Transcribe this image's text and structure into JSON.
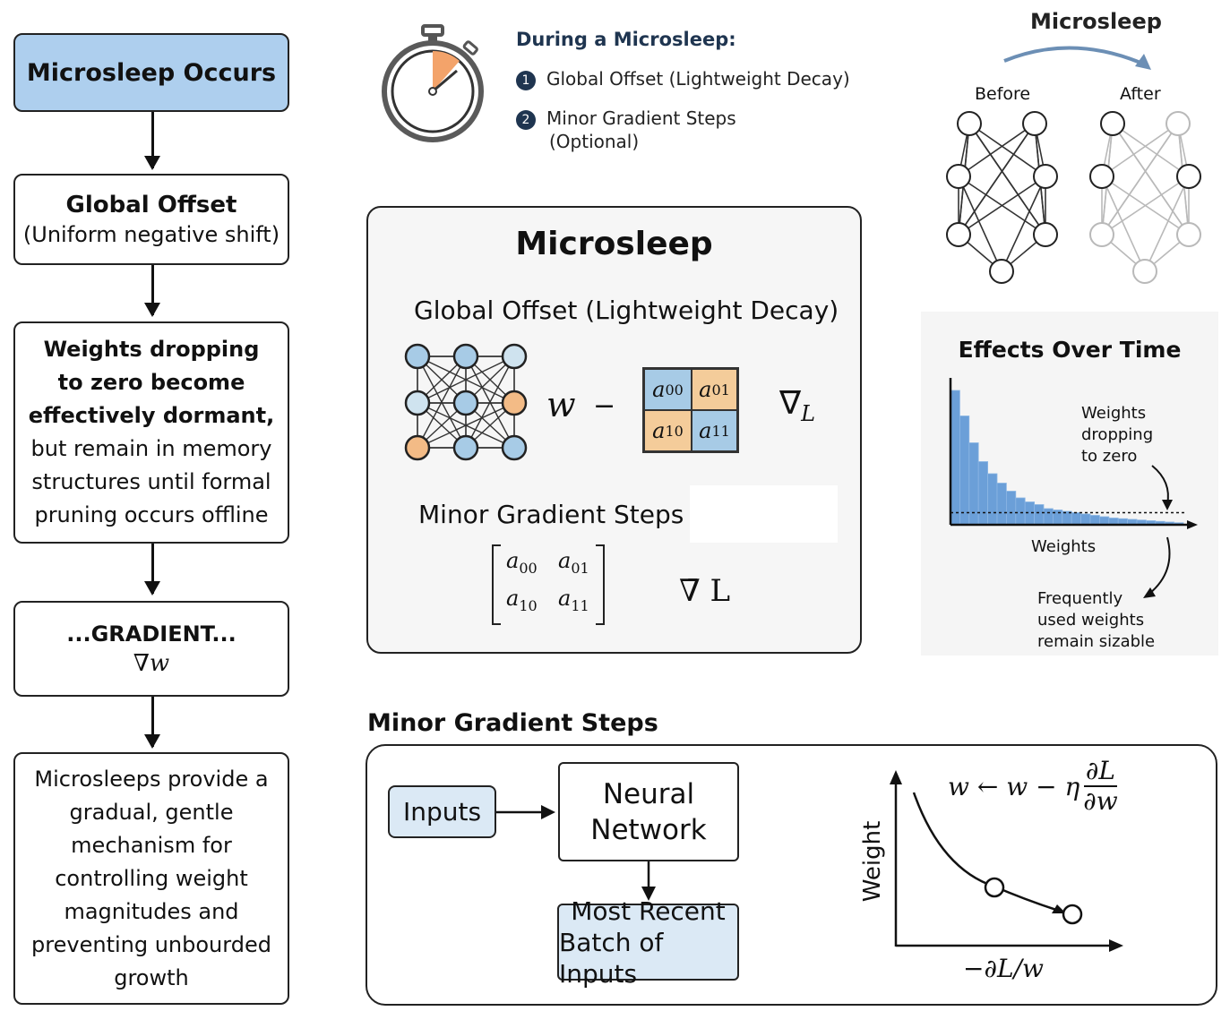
{
  "flow": {
    "box1": "Microsleep Occurs",
    "box2_title": "Global Offset",
    "box2_sub": "(Uniform negative shift)",
    "box3_bold1": "Weights dropping",
    "box3_bold2": "to zero become",
    "box3_bold3": "effectively dormant,",
    "box3_line4": "but remain in memory",
    "box3_line5": "structures until formal",
    "box3_line6": "pruning occurs offline",
    "box4_title": "...GRADIENT...",
    "box4_sub": "∇w",
    "box5_lines": [
      "Microsleeps provide a",
      "gradual, gentle",
      "mechanism for",
      "controlling weight",
      "magnitudes and",
      "preventing unbourded",
      "growth"
    ]
  },
  "during": {
    "heading": "During a Microsleep:",
    "item1_num": "1",
    "item1": "Global Offset (Lightweight Decay)",
    "item2_num": "2",
    "item2_line1": "Minor Gradient Steps",
    "item2_line2": "(Optional)"
  },
  "top_right": {
    "title": "Microsleep",
    "before": "Before",
    "after": "After"
  },
  "center": {
    "title": "Microsleep",
    "subtitle": "Global Offset (Lightweight Decay)",
    "w": "w",
    "minus": "−",
    "a00": "a",
    "a00_sub": "00",
    "a01_sub": "01",
    "a10_sub": "10",
    "a11_sub": "11",
    "nabla_L": "∇",
    "nabla_L_sub": "L",
    "mgs": "Minor Gradient Steps",
    "nabla2": "∇̄ L"
  },
  "effects": {
    "title": "Effects Over Time",
    "ann1": [
      "Weights",
      "dropping",
      "to zero"
    ],
    "xlabel": "Weights",
    "ann2": [
      "Frequently",
      "used weights",
      "remain sizable"
    ]
  },
  "chart_data": {
    "type": "bar",
    "title": "Effects Over Time",
    "xlabel": "Weights",
    "ylabel": "",
    "values": [
      100,
      81,
      61,
      47,
      38,
      31,
      25,
      20,
      17,
      15,
      12,
      11,
      10,
      9,
      8,
      7,
      6,
      5,
      4.5,
      4,
      3.5,
      3,
      2.5,
      2,
      1.5
    ],
    "threshold": 9
  },
  "bottom": {
    "heading": "Minor Gradient Steps",
    "inputs": "Inputs",
    "nn_line1": "Neural",
    "nn_line2": "Network",
    "batch_line1": "Most Recent",
    "batch_line2": "Batch of Inputs",
    "formula_lhs": "w ← w − η",
    "formula_num": "∂L",
    "formula_den": "∂w",
    "ylabel": "Weight",
    "xlabel": "−∂L/w"
  }
}
